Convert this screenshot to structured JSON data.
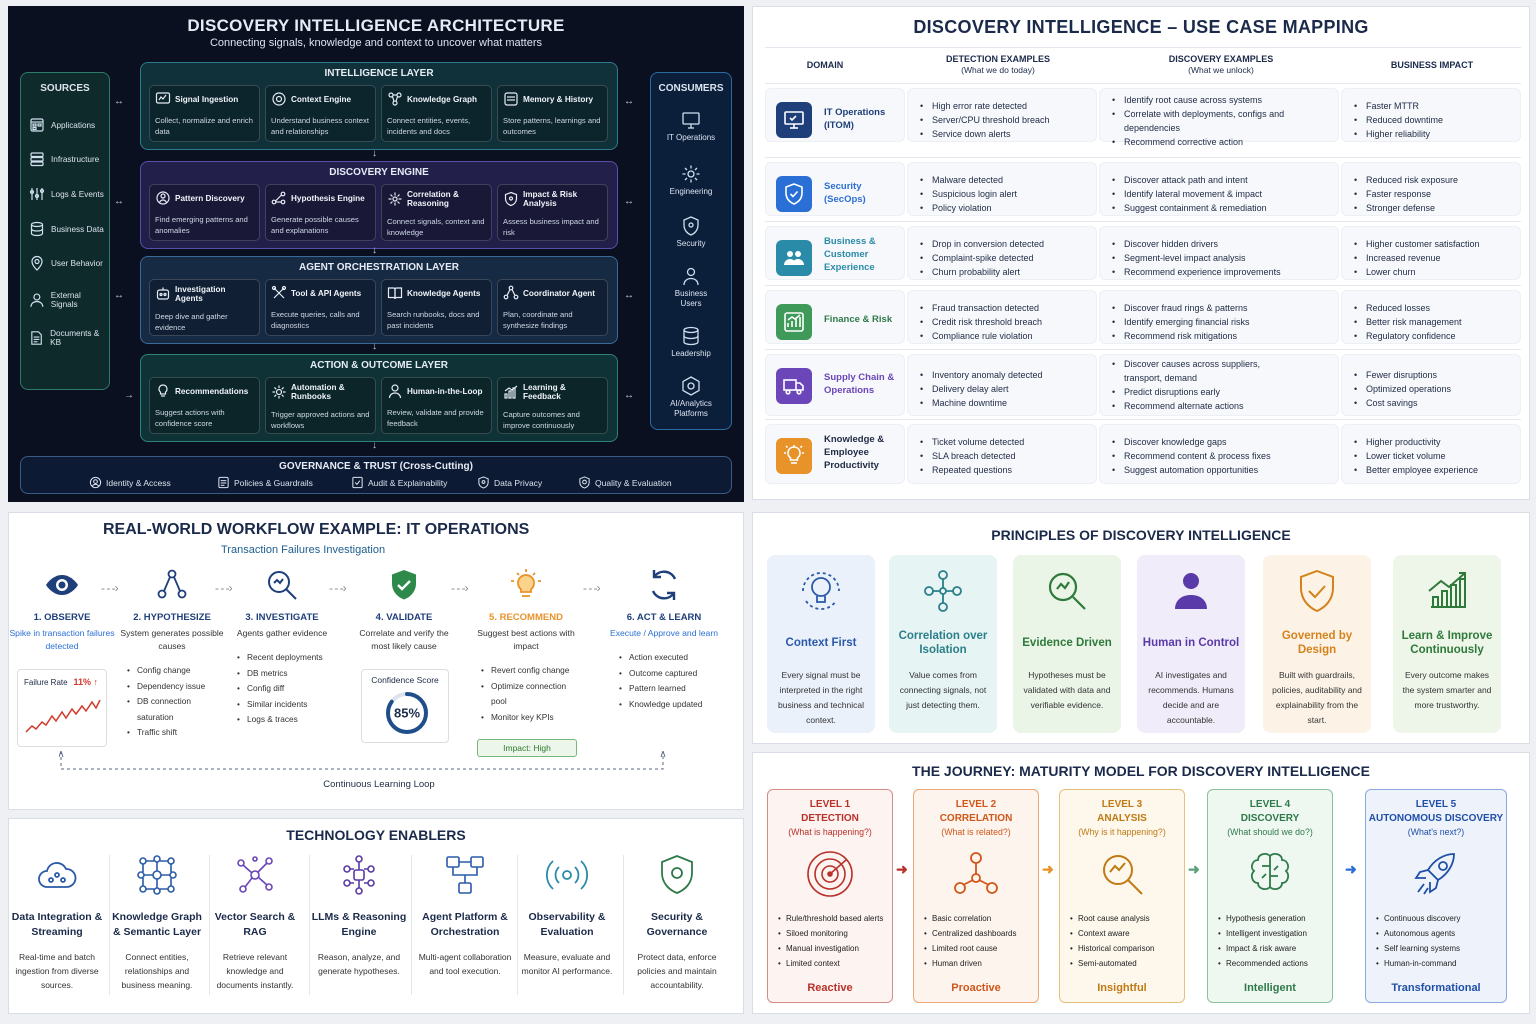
{
  "architecture": {
    "title": "DISCOVERY INTELLIGENCE ARCHITECTURE",
    "subtitle": "Connecting signals, knowledge and context to uncover what matters",
    "sources": {
      "heading": "SOURCES",
      "items": [
        "Applications",
        "Infrastructure",
        "Logs & Events",
        "Business Data",
        "User Behavior",
        "External Signals",
        "Documents & KB"
      ]
    },
    "consumers": {
      "heading": "CONSUMERS",
      "items": [
        "IT Operations",
        "Engineering",
        "Security",
        "Business Users",
        "Leadership",
        "AI/Analytics Platforms"
      ]
    },
    "layers": [
      {
        "title": "INTELLIGENCE LAYER",
        "cards": [
          {
            "name": "Signal Ingestion",
            "desc": "Collect, normalize and enrich data",
            "icon": "signal-icon"
          },
          {
            "name": "Context Engine",
            "desc": "Understand business context and relationships",
            "icon": "gear-icon"
          },
          {
            "name": "Knowledge Graph",
            "desc": "Connect entities, events, incidents and docs",
            "icon": "graph-icon"
          },
          {
            "name": "Memory & History",
            "desc": "Store patterns, learnings and outcomes",
            "icon": "database-icon"
          }
        ]
      },
      {
        "title": "DISCOVERY ENGINE",
        "cards": [
          {
            "name": "Pattern Discovery",
            "desc": "Find emerging patterns and anomalies",
            "icon": "pattern-icon"
          },
          {
            "name": "Hypothesis Engine",
            "desc": "Generate possible causes and explanations",
            "icon": "hypothesis-icon"
          },
          {
            "name": "Correlation & Reasoning",
            "desc": "Connect signals, context and knowledge",
            "icon": "correlation-icon"
          },
          {
            "name": "Impact & Risk Analysis",
            "desc": "Assess business impact and risk",
            "icon": "shield-icon"
          }
        ]
      },
      {
        "title": "AGENT ORCHESTRATION LAYER",
        "cards": [
          {
            "name": "Investigation Agents",
            "desc": "Deep dive and gather evidence",
            "icon": "agent-icon"
          },
          {
            "name": "Tool & API Agents",
            "desc": "Execute queries, calls and diagnostics",
            "icon": "tool-icon"
          },
          {
            "name": "Knowledge Agents",
            "desc": "Search runbooks, docs and past incidents",
            "icon": "book-icon"
          },
          {
            "name": "Coordinator Agent",
            "desc": "Plan, coordinate and synthesize findings",
            "icon": "network-icon"
          }
        ]
      },
      {
        "title": "ACTION & OUTCOME LAYER",
        "cards": [
          {
            "name": "Recommendations",
            "desc": "Suggest actions with confidence score",
            "icon": "bulb-icon"
          },
          {
            "name": "Automation & Runbooks",
            "desc": "Trigger approved actions and workflows",
            "icon": "cog-icon"
          },
          {
            "name": "Human-in-the-Loop",
            "desc": "Review, validate and provide feedback",
            "icon": "user-icon"
          },
          {
            "name": "Learning & Feedback",
            "desc": "Capture outcomes and improve continuously",
            "icon": "chart-icon"
          }
        ]
      }
    ],
    "governance": {
      "title": "GOVERNANCE & TRUST (Cross-Cutting)",
      "items": [
        "Identity & Access",
        "Policies & Guardrails",
        "Audit & Explainability",
        "Data Privacy",
        "Quality & Evaluation"
      ]
    }
  },
  "usecase": {
    "title": "DISCOVERY INTELLIGENCE – USE CASE MAPPING",
    "headers": {
      "domain": "DOMAIN",
      "detection": "DETECTION EXAMPLES",
      "detection_sub": "(What we do today)",
      "discovery": "DISCOVERY EXAMPLES",
      "discovery_sub": "(What we unlock)",
      "impact": "BUSINESS IMPACT"
    },
    "rows": [
      {
        "domain": "IT Operations (ITOM)",
        "color": "#1f3f7a",
        "detection": [
          "High error rate detected",
          "Server/CPU threshold breach",
          "Service down alerts"
        ],
        "discovery": [
          "Identify root cause across systems",
          "Correlate with deployments, configs and dependencies",
          "Recommend corrective action"
        ],
        "impact": [
          "Faster MTTR",
          "Reduced downtime",
          "Higher reliability"
        ]
      },
      {
        "domain": "Security (SecOps)",
        "color": "#2a6fd6",
        "detection": [
          "Malware detected",
          "Suspicious login alert",
          "Policy violation"
        ],
        "discovery": [
          "Discover attack path and intent",
          "Identify lateral movement & impact",
          "Suggest containment & remediation"
        ],
        "impact": [
          "Reduced risk exposure",
          "Faster response",
          "Stronger defense"
        ]
      },
      {
        "domain": "Business & Customer Experience",
        "color": "#2a8ba8",
        "detection": [
          "Drop in conversion detected",
          "Complaint-spike detected",
          "Churn probability alert"
        ],
        "discovery": [
          "Discover hidden drivers",
          "Segment-level impact analysis",
          "Recommend experience improvements"
        ],
        "impact": [
          "Higher customer satisfaction",
          "Increased revenue",
          "Lower churn"
        ]
      },
      {
        "domain": "Finance & Risk",
        "color": "#3f9a5a",
        "detection": [
          "Fraud transaction detected",
          "Credit risk threshold breach",
          "Compliance rule violation"
        ],
        "discovery": [
          "Discover fraud rings & patterns",
          "Identify emerging financial risks",
          "Recommend risk mitigations"
        ],
        "impact": [
          "Reduced losses",
          "Better risk management",
          "Regulatory confidence"
        ]
      },
      {
        "domain": "Supply Chain & Operations",
        "color": "#6a46b8",
        "detection": [
          "Inventory anomaly detected",
          "Delivery delay alert",
          "Machine downtime"
        ],
        "discovery": [
          "Discover causes across suppliers, transport, demand",
          "Predict disruptions early",
          "Recommend alternate actions"
        ],
        "impact": [
          "Fewer disruptions",
          "Optimized operations",
          "Cost savings"
        ]
      },
      {
        "domain": "Knowledge & Employee Productivity",
        "color": "#e8922a",
        "detection": [
          "Ticket volume detected",
          "SLA breach detected",
          "Repeated questions"
        ],
        "discovery": [
          "Discover knowledge gaps",
          "Recommend content & process fixes",
          "Suggest automation opportunities"
        ],
        "impact": [
          "Higher productivity",
          "Lower ticket volume",
          "Better employee experience"
        ]
      }
    ]
  },
  "workflow": {
    "title": "REAL-WORLD WORKFLOW EXAMPLE: IT OPERATIONS",
    "subtitle": "Transaction Failures Investigation",
    "steps": [
      {
        "name": "1. OBSERVE",
        "desc": "Spike in transaction failures detected",
        "color": "#1f3f7a",
        "items": []
      },
      {
        "name": "2. HYPOTHESIZE",
        "desc": "System generates possible causes",
        "color": "#1f3f7a",
        "items": [
          "Config change",
          "Dependency issue",
          "DB connection saturation",
          "Traffic shift"
        ]
      },
      {
        "name": "3. INVESTIGATE",
        "desc": "Agents gather evidence",
        "color": "#1f3f7a",
        "items": [
          "Recent deployments",
          "DB metrics",
          "Config diff",
          "Similar incidents",
          "Logs & traces"
        ]
      },
      {
        "name": "4. VALIDATE",
        "desc": "Correlate and verify the most likely cause",
        "color": "#1f3f7a",
        "items": []
      },
      {
        "name": "5. RECOMMEND",
        "desc": "Suggest best actions with impact",
        "color": "#e8922a",
        "items": [
          "Revert config change",
          "Optimize connection pool",
          "Monitor key KPIs"
        ]
      },
      {
        "name": "6. ACT & LEARN",
        "desc": "Execute / Approve and learn",
        "color": "#1f3f7a",
        "items": [
          "Action executed",
          "Outcome captured",
          "Pattern learned",
          "Knowledge updated"
        ]
      }
    ],
    "failure_rate_label": "Failure Rate",
    "failure_rate_value": "11% ↑",
    "confidence_label": "Confidence Score",
    "confidence_value": "85%",
    "confidence_fraction": 0.85,
    "impact_label": "Impact: High",
    "loop_label": "Continuous Learning Loop"
  },
  "tech": {
    "title": "TECHNOLOGY ENABLERS",
    "items": [
      {
        "name": "Data Integration & Streaming",
        "desc": "Real-time and batch ingestion from diverse sources."
      },
      {
        "name": "Knowledge Graph & Semantic Layer",
        "desc": "Connect entities, relationships and business meaning."
      },
      {
        "name": "Vector Search & RAG",
        "desc": "Retrieve relevant knowledge and documents instantly."
      },
      {
        "name": "LLMs & Reasoning Engine",
        "desc": "Reason, analyze, and generate hypotheses."
      },
      {
        "name": "Agent Platform & Orchestration",
        "desc": "Multi-agent collaboration and tool execution."
      },
      {
        "name": "Observability & Evaluation",
        "desc": "Measure, evaluate and monitor AI performance."
      },
      {
        "name": "Security & Governance",
        "desc": "Protect data, enforce policies and maintain accountability."
      }
    ]
  },
  "principles": {
    "title": "PRINCIPLES OF DISCOVERY INTELLIGENCE",
    "items": [
      {
        "name": "Context First",
        "desc": "Every signal must be interpreted in the right business and technical context.",
        "color": "#2a5aa8",
        "bg": "#eaf1fb"
      },
      {
        "name": "Correlation over Isolation",
        "desc": "Value comes from connecting signals, not just detecting them.",
        "color": "#2a7f8a",
        "bg": "#e6f4f3"
      },
      {
        "name": "Evidence Driven",
        "desc": "Hypotheses must be validated with data and verifiable evidence.",
        "color": "#2f7a3a",
        "bg": "#eaf5e8"
      },
      {
        "name": "Human in Control",
        "desc": "AI investigates and recommends. Humans decide and are accountable.",
        "color": "#5a3aa8",
        "bg": "#f1ecf9"
      },
      {
        "name": "Governed by Design",
        "desc": "Built with guardrails, policies, auditability and explainability from the start.",
        "color": "#d4821a",
        "bg": "#fcf3e6"
      },
      {
        "name": "Learn & Improve Continuously",
        "desc": "Every outcome makes the system smarter and more trustworthy.",
        "color": "#2f7a3a",
        "bg": "#eef6ea"
      }
    ]
  },
  "maturity": {
    "title": "THE JOURNEY: MATURITY MODEL FOR DISCOVERY INTELLIGENCE",
    "levels": [
      {
        "level": "LEVEL 1",
        "name": "DETECTION",
        "question": "(What is happening?)",
        "outcome": "Reactive",
        "color": "#b8322a",
        "bg": "#fdf3f1",
        "items": [
          "Rule/threshold based alerts",
          "Siloed monitoring",
          "Manual investigation",
          "Limited context"
        ]
      },
      {
        "level": "LEVEL 2",
        "name": "CORRELATION",
        "question": "(What is related?)",
        "outcome": "Proactive",
        "color": "#d0571a",
        "bg": "#fdf4ee",
        "items": [
          "Basic correlation",
          "Centralized dashboards",
          "Limited root cause",
          "Human driven"
        ]
      },
      {
        "level": "LEVEL 3",
        "name": "ANALYSIS",
        "question": "(Why is it happening?)",
        "outcome": "Insightful",
        "color": "#c07a14",
        "bg": "#fdf7ec",
        "items": [
          "Root cause analysis",
          "Context aware",
          "Historical comparison",
          "Semi-automated"
        ]
      },
      {
        "level": "LEVEL 4",
        "name": "DISCOVERY",
        "question": "(What should we do?)",
        "outcome": "Intelligent",
        "color": "#2f7a4a",
        "bg": "#eff7f1",
        "items": [
          "Hypothesis generation",
          "Intelligent investigation",
          "Impact & risk aware",
          "Recommended actions"
        ]
      },
      {
        "level": "LEVEL 5",
        "name": "AUTONOMOUS DISCOVERY",
        "question": "(What's next?)",
        "outcome": "Transformational",
        "color": "#1f4fa8",
        "bg": "#eef3fb",
        "items": [
          "Continuous discovery",
          "Autonomous agents",
          "Self learning systems",
          "Human-in-command"
        ]
      }
    ]
  }
}
